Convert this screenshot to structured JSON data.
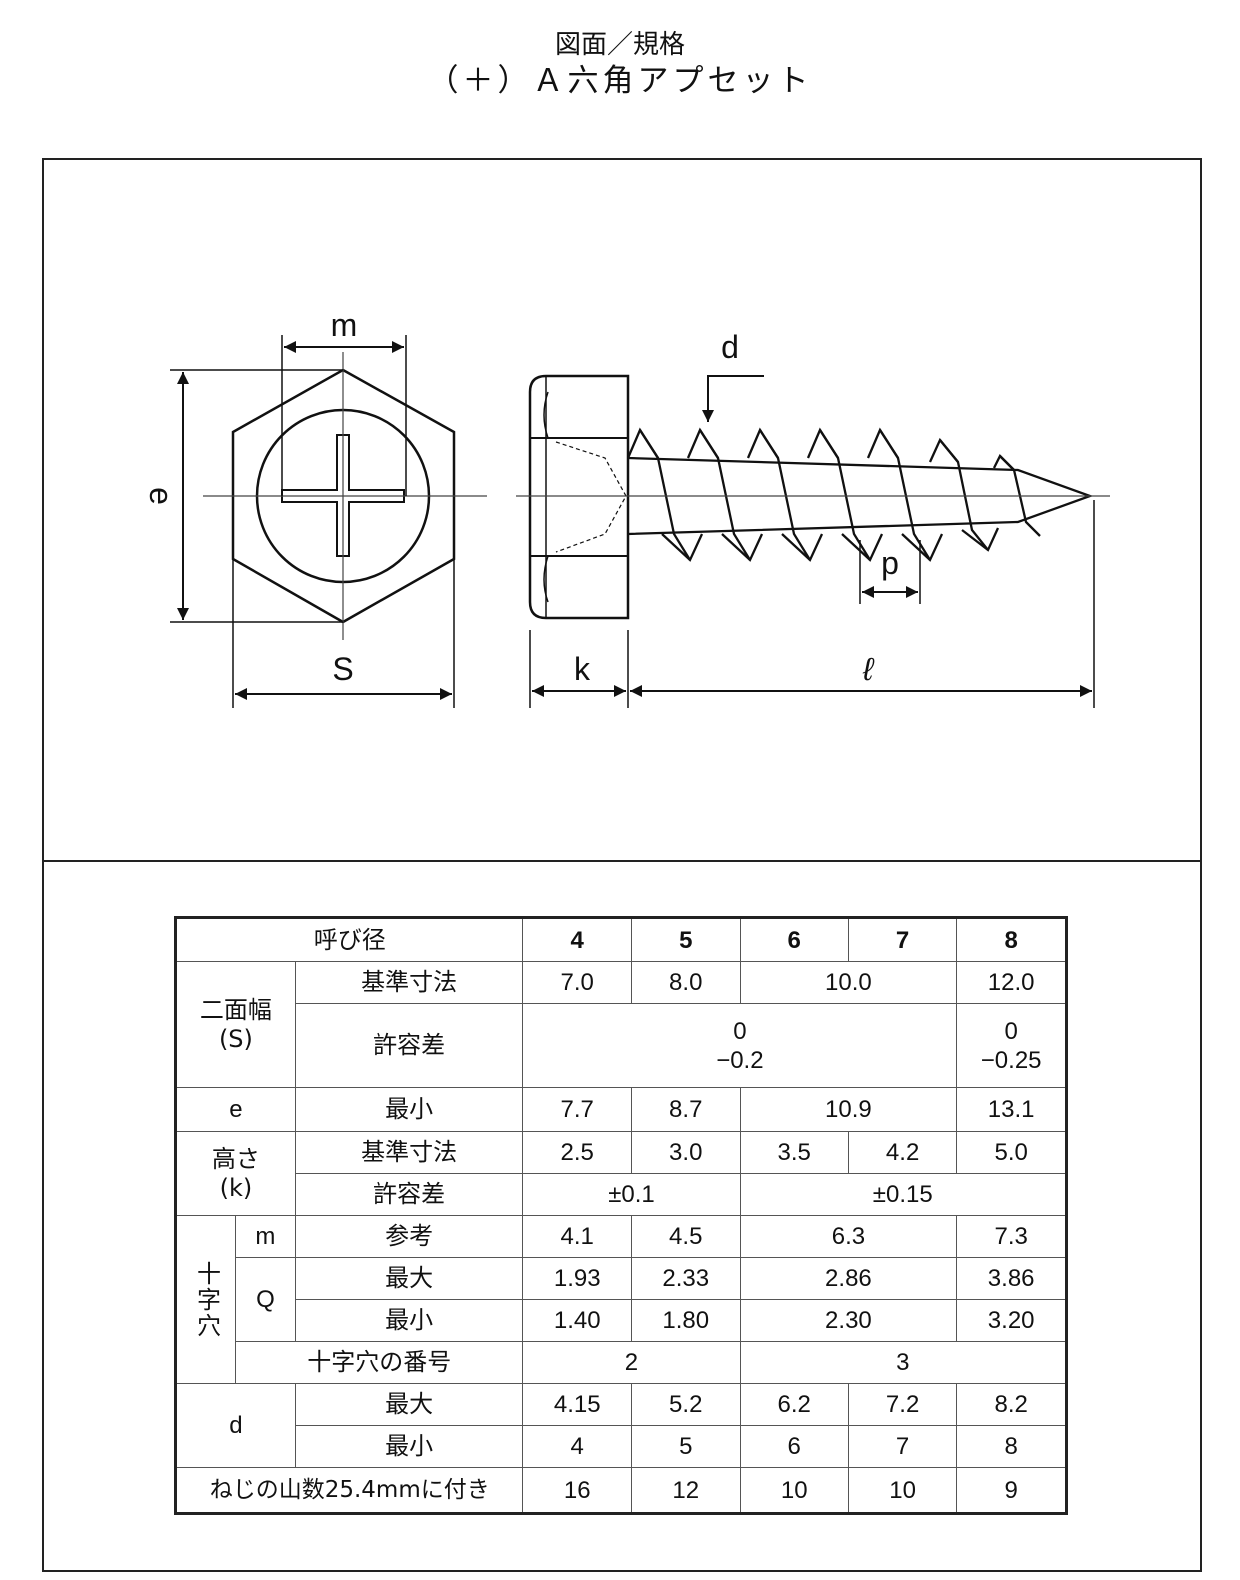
{
  "title": {
    "line1": "図面／規格",
    "line2": "（＋）Ａ六角アプセット"
  },
  "drawing": {
    "labels": {
      "m": "m",
      "e": "e",
      "s": "S",
      "d": "d",
      "p": "p",
      "k": "k",
      "l": "ℓ"
    }
  },
  "table": {
    "header": {
      "label": "呼び径",
      "sizes": [
        "4",
        "5",
        "6",
        "7",
        "8"
      ]
    },
    "s_group": "二面幅\n(S)",
    "s_basic": {
      "label": "基準寸法",
      "values": [
        "7.0",
        "8.0",
        "10.0",
        "12.0"
      ]
    },
    "s_tol": {
      "label": "許容差",
      "value_a": "0\n−0.2",
      "value_b": "0\n−0.25"
    },
    "e": {
      "group": "e",
      "label": "最小",
      "values": [
        "7.7",
        "8.7",
        "10.9",
        "13.1"
      ]
    },
    "k_group": "高さ\n(k)",
    "k_basic": {
      "label": "基準寸法",
      "values": [
        "2.5",
        "3.0",
        "3.5",
        "4.2",
        "5.0"
      ]
    },
    "k_tol": {
      "label": "許容差",
      "values": [
        "±0.1",
        "±0.15"
      ]
    },
    "cross_group": "十字穴",
    "m": {
      "sym": "m",
      "label": "参考",
      "values": [
        "4.1",
        "4.5",
        "6.3",
        "7.3"
      ]
    },
    "q_sym": "Q",
    "q_max": {
      "label": "最大",
      "values": [
        "1.93",
        "2.33",
        "2.86",
        "3.86"
      ]
    },
    "q_min": {
      "label": "最小",
      "values": [
        "1.40",
        "1.80",
        "2.30",
        "3.20"
      ]
    },
    "cross_no": {
      "label": "十字穴の番号",
      "values": [
        "2",
        "3"
      ]
    },
    "d_group": "d",
    "d_max": {
      "label": "最大",
      "values": [
        "4.15",
        "5.2",
        "6.2",
        "7.2",
        "8.2"
      ]
    },
    "d_min": {
      "label": "最小",
      "values": [
        "4",
        "5",
        "6",
        "7",
        "8"
      ]
    },
    "threads": {
      "label": "ねじの山数25.4mmに付き",
      "values": [
        "16",
        "12",
        "10",
        "10",
        "9"
      ]
    }
  }
}
